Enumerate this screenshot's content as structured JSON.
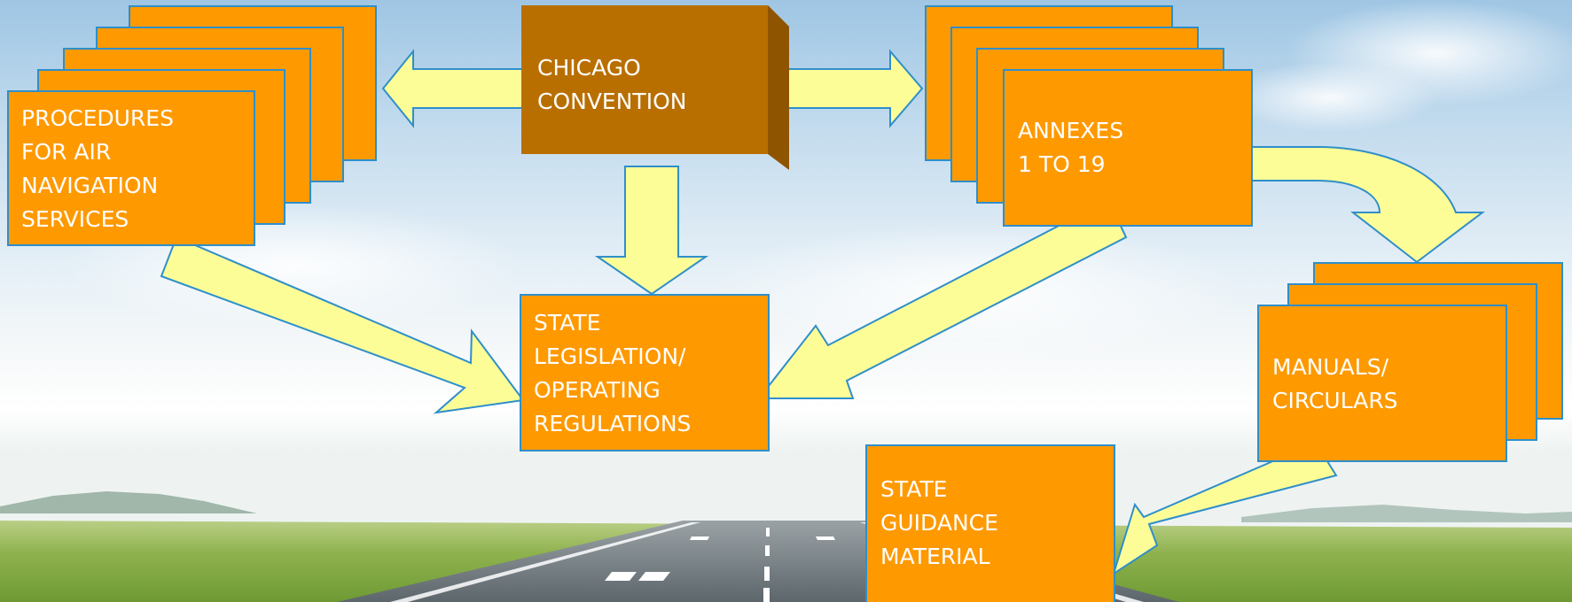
{
  "diagram": {
    "nodes": {
      "chicago_convention": {
        "text": "CHICAGO\nCONVENTION"
      },
      "procedures": {
        "text": "PROCEDURES\nFOR AIR\nNAVIGATION\nSERVICES"
      },
      "annexes": {
        "text": "ANNEXES\n1 TO 19"
      },
      "state_legislation": {
        "text": "STATE\nLEGISLATION/\nOPERATING\nREGULATIONS"
      },
      "manuals": {
        "text": "MANUALS/\nCIRCULARS"
      },
      "state_guidance": {
        "text": "STATE\nGUIDANCE\nMATERIAL"
      }
    },
    "edges": [
      {
        "from": "chicago_convention",
        "to": "procedures"
      },
      {
        "from": "chicago_convention",
        "to": "annexes"
      },
      {
        "from": "chicago_convention",
        "to": "state_legislation"
      },
      {
        "from": "procedures",
        "to": "state_legislation"
      },
      {
        "from": "annexes",
        "to": "state_legislation"
      },
      {
        "from": "annexes",
        "to": "manuals"
      },
      {
        "from": "manuals",
        "to": "state_guidance"
      }
    ],
    "colors": {
      "box_fill": "#ff9900",
      "box_border": "#2f8fc9",
      "cube_front": "#b96f00",
      "cube_side": "#8f5400",
      "arrow_fill": "#fdfd98",
      "arrow_stroke": "#2f8fc9",
      "label_text": "#ffffff"
    }
  }
}
